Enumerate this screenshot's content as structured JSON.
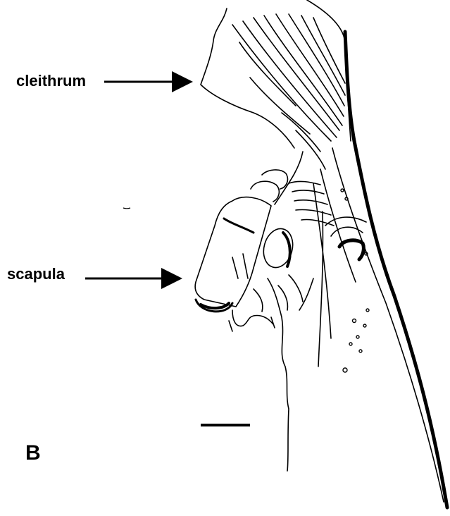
{
  "labels": {
    "cleithrum": "cleithrum",
    "scapula": "scapula",
    "panel": "B"
  },
  "colors": {
    "ink": "#000000",
    "background": "#ffffff"
  }
}
